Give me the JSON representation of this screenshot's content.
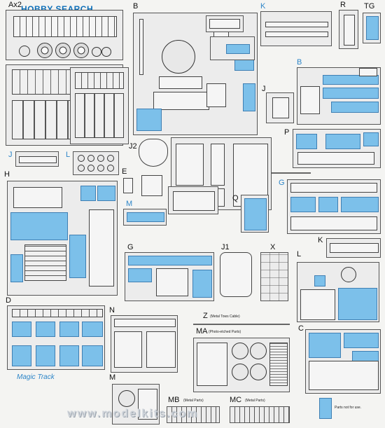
{
  "logo_text": "HOBBY SEARCH",
  "sprue_labels": {
    "a": "Ax2",
    "b_top": "B",
    "k": "K",
    "r": "R",
    "tg": "TG",
    "b_right": "B",
    "j_small": "J",
    "p": "P",
    "j2": "J2",
    "j_left": "J",
    "l_left": "L",
    "e": "E",
    "h": "H",
    "g_right": "G",
    "m_mid": "M",
    "q": "Q",
    "k_right": "K",
    "g_mid": "G",
    "j1": "J1",
    "x": "X",
    "l_right": "L",
    "d": "D",
    "n": "N",
    "z": "Z",
    "ma": "MA",
    "c": "C",
    "m_bottom": "M",
    "mb": "MB",
    "mc": "MC"
  },
  "captions": {
    "z": "(Metal Tows Cable)",
    "ma": "(Photo-etched Parts)",
    "mb": "(Metal Parts)",
    "mc": "(Metal Parts)"
  },
  "legend_text": "Parts not for use.",
  "brand_mark": "Magic Track",
  "watermark": "www.modelkits.com",
  "colors": {
    "accent_blue": "#7cc0ea",
    "label_blue": "#2e86c8"
  }
}
